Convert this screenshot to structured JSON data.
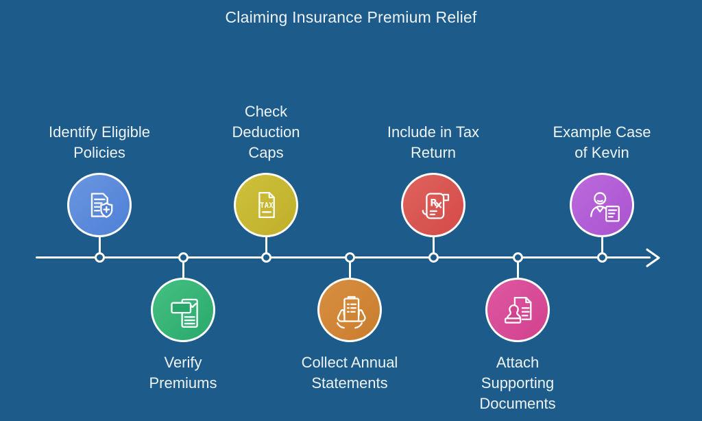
{
  "title": "Claiming Insurance Premium Relief",
  "colors": {
    "background": "#1d5b8b",
    "line": "#ffffff",
    "text": "#edf3f8"
  },
  "steps": [
    {
      "label": "Identify Eligible\nPolicies",
      "position": "above",
      "icon": "document-shield-icon",
      "color": "#4f80d6",
      "color_light": "#6a96e0"
    },
    {
      "label": "Verify\nPremiums",
      "position": "below",
      "icon": "receipt-check-icon",
      "color": "#2aa86b",
      "color_light": "#45c083"
    },
    {
      "label": "Check\nDeduction\nCaps",
      "position": "above",
      "icon": "tax-file-icon",
      "color": "#bfae29",
      "color_light": "#cfc13c"
    },
    {
      "label": "Collect Annual\nStatements",
      "position": "below",
      "icon": "hands-clipboard-icon",
      "color": "#c97c2e",
      "color_light": "#d88f41"
    },
    {
      "label": "Include in Tax\nReturn",
      "position": "above",
      "icon": "rx-receipt-icon",
      "color": "#d34b49",
      "color_light": "#de625c"
    },
    {
      "label": "Attach\nSupporting\nDocuments",
      "position": "below",
      "icon": "stamp-document-icon",
      "color": "#d2418d",
      "color_light": "#de58a0"
    },
    {
      "label": "Example Case\nof Kevin",
      "position": "above",
      "icon": "person-document-icon",
      "color": "#aa52cf",
      "color_light": "#bb6adc"
    }
  ]
}
